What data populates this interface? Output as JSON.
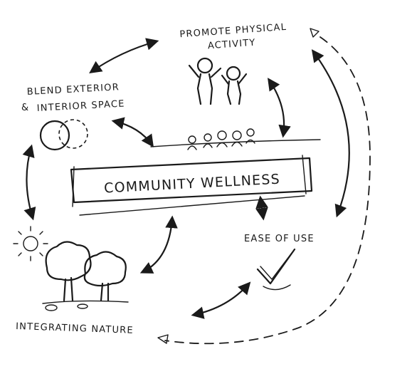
{
  "nodes": {
    "center": {
      "label": "COMMUNITY WELLNESS"
    },
    "activity": {
      "line1": "PROMOTE PHYSICAL",
      "line2": "ACTIVITY"
    },
    "blend": {
      "line1": "BLEND EXTERIOR",
      "line2": "INTERIOR SPACE"
    },
    "ease": {
      "label": "EASE OF USE"
    },
    "nature": {
      "label": "INTEGRATING NATURE"
    }
  },
  "icons": {
    "activity": "people-cheering-icon",
    "blend": "overlapping-circles-icon",
    "ease": "checkmark-icon",
    "nature": "trees-and-sun-icon",
    "crowd": "crowd-heads-icon"
  },
  "colors": {
    "ink": "#1a1a1a",
    "paper": "#ffffff"
  }
}
